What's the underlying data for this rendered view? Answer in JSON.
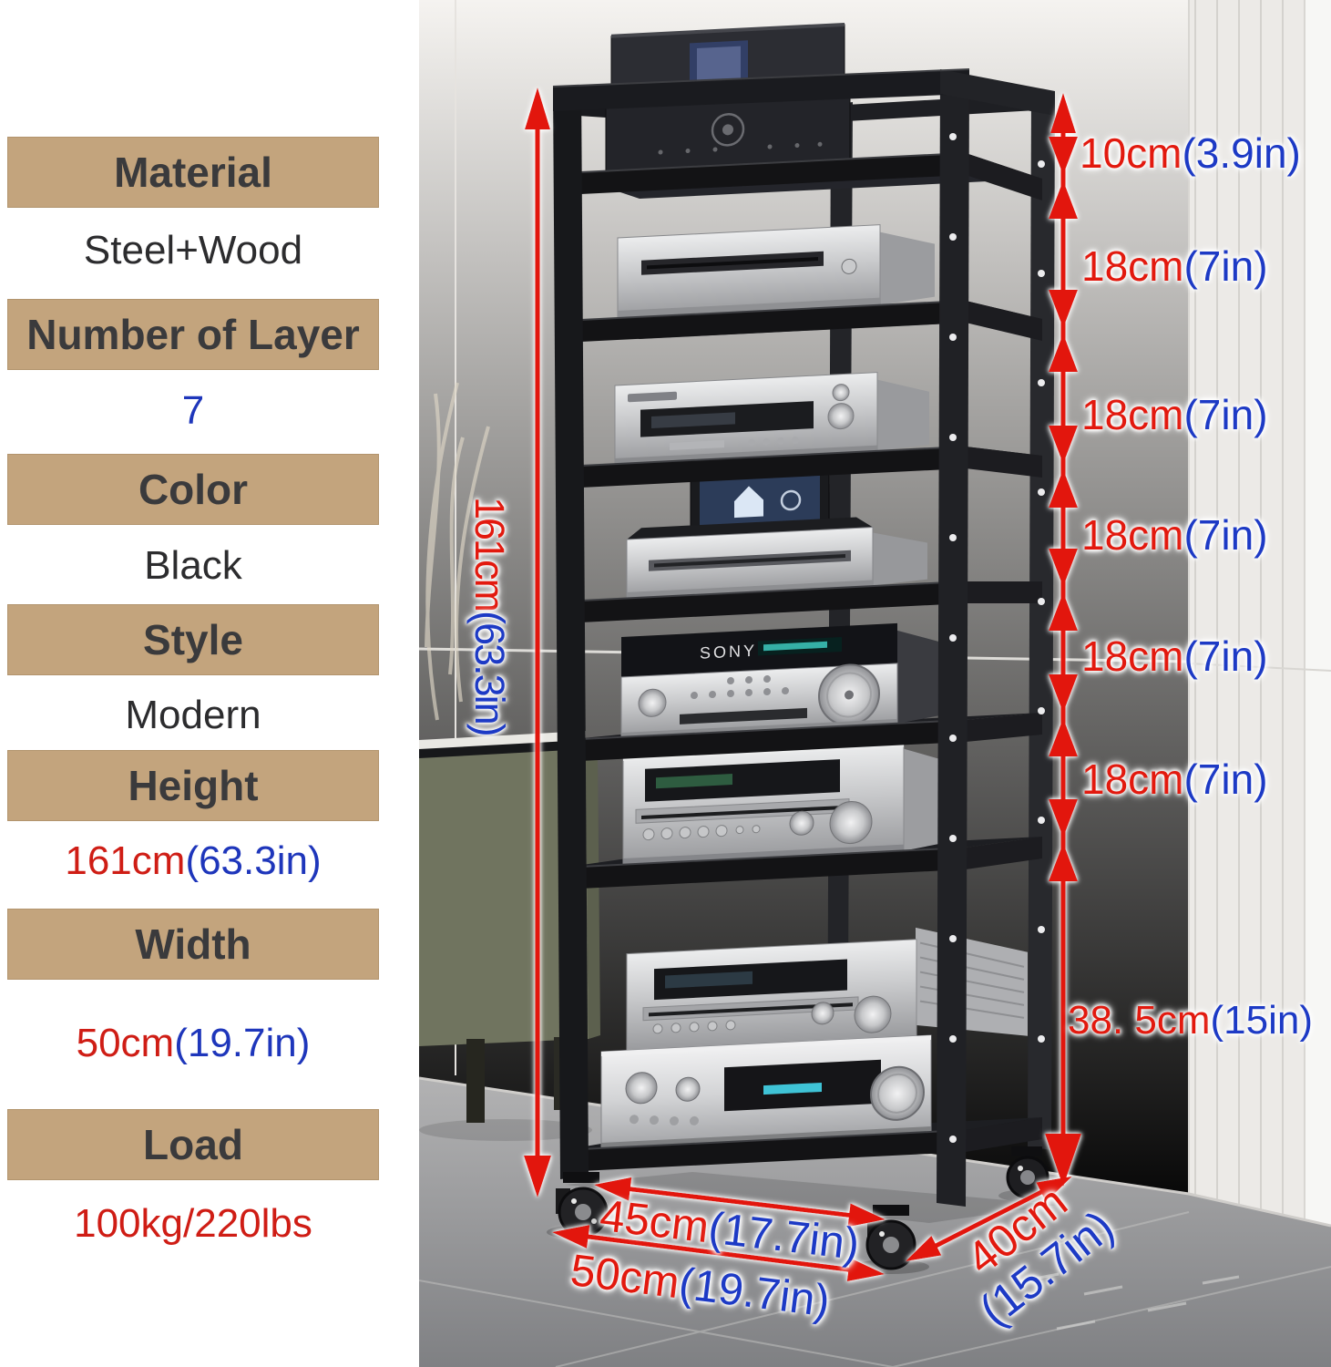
{
  "colors": {
    "accent_red": "#e2190e",
    "accent_blue": "#1d3ac5",
    "spec_red": "#cf1d15",
    "spec_blue": "#1e36bb",
    "label_bg": "#c3a47d",
    "label_text": "#3a3a3c",
    "frame_black": "#1b1c1f",
    "wall": "#f2f0ed",
    "floor": "#949496",
    "table_green": "#70745f"
  },
  "specs": [
    {
      "label": "Material",
      "value": "Steel+Wood"
    },
    {
      "label": "Number of Layer",
      "value": "7"
    },
    {
      "label": "Color",
      "value": "Black"
    },
    {
      "label": "Style",
      "value": "Modern"
    },
    {
      "label": "Height",
      "value_cm": "161cm",
      "value_in": "(63.3in)"
    },
    {
      "label": "Width",
      "value_cm": "50cm",
      "value_in": "(19.7in)"
    },
    {
      "label": "Load",
      "value": "100kg/220lbs"
    }
  ],
  "annotations": {
    "height": {
      "cm": "161cm",
      "inch": "(63.3in)"
    },
    "right_segments": [
      {
        "cm": "10cm",
        "inch": "(3.9in)"
      },
      {
        "cm": "18cm",
        "inch": "(7in)"
      },
      {
        "cm": "18cm",
        "inch": "(7in)"
      },
      {
        "cm": "18cm",
        "inch": "(7in)"
      },
      {
        "cm": "18cm",
        "inch": "(7in)"
      },
      {
        "cm": "18cm",
        "inch": "(7in)"
      },
      {
        "cm": "38. 5cm",
        "inch": "(15in)"
      }
    ],
    "width_inner": {
      "cm": "45cm",
      "inch": "(17.7in)"
    },
    "width_outer": {
      "cm": "50cm",
      "inch": "(19.7in)"
    },
    "depth": {
      "cm": "40cm",
      "inch": "(15.7in)"
    }
  },
  "photo": {
    "shelf_count": 7,
    "logos": {
      "sony": "SONY"
    },
    "shelf_contents": [
      "Black network streamer with display and AV processor, stacked",
      "Silver slot-loading CD player",
      "Silver Pioneer CD receiver",
      "Silver media player with tablet display",
      "Sony stereo receiver, black and silver",
      "Silver compact hi-fi receiver",
      "Silver compact hi-fi unit stacked on Pioneer amplifier"
    ]
  }
}
